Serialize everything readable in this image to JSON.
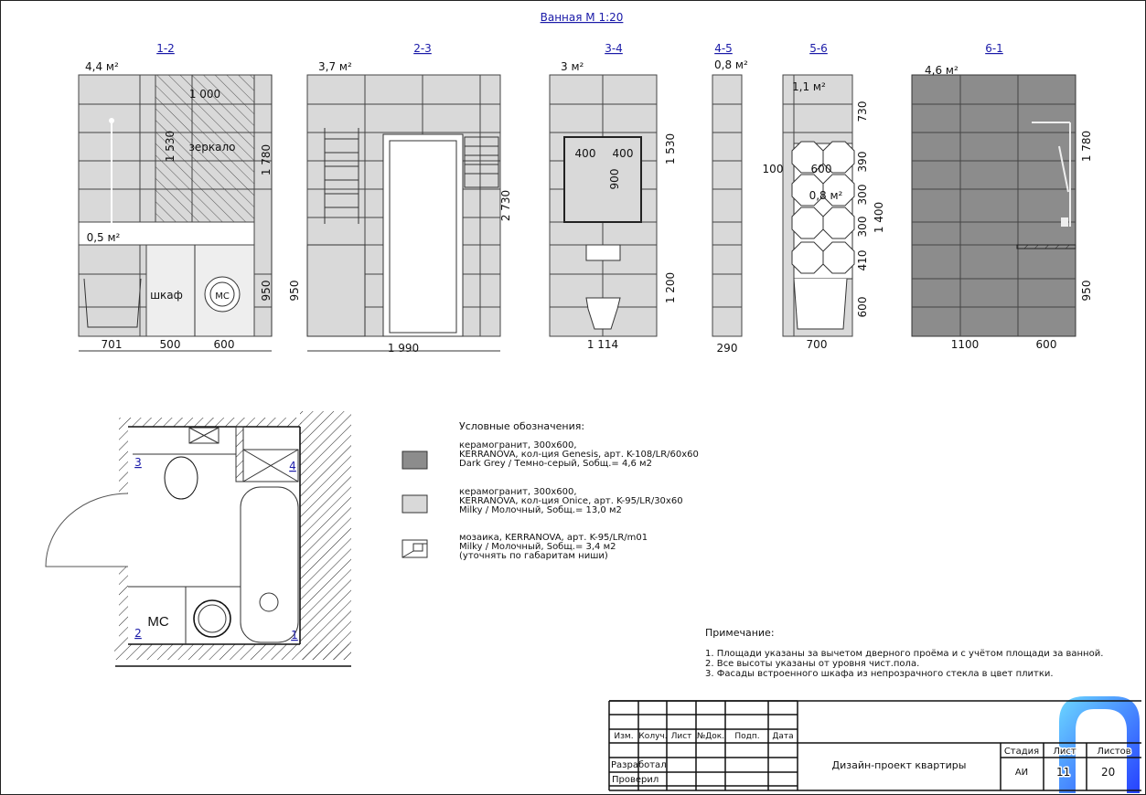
{
  "title": "Ванная М 1:20",
  "elevations": [
    {
      "label": "1-2",
      "area": "4,4 м²",
      "dims": [
        "701",
        "500",
        "600",
        "1 780",
        "950",
        "1 000",
        "1 530"
      ],
      "notes": {
        "mirror": "зеркало",
        "mosaic_area": "0,5 м²",
        "cabinet": "шкаф",
        "washer": "МС"
      }
    },
    {
      "label": "2-3",
      "area": "3,7 м²",
      "dims": [
        "1 990",
        "2 730",
        "950"
      ]
    },
    {
      "label": "3-4",
      "area": "3 м²",
      "dims": [
        "1 114",
        "1 530",
        "1 200",
        "400",
        "400",
        "900"
      ]
    },
    {
      "label": "4-5",
      "area": "0,8 м²",
      "dims": [
        "290"
      ]
    },
    {
      "label": "5-6",
      "area": "1,1 м²",
      "dims": [
        "700",
        "730",
        "390",
        "300",
        "300",
        "410",
        "600",
        "1 400",
        "100",
        "600"
      ],
      "mosaic_area": "0,8 м²"
    },
    {
      "label": "6-1",
      "area": "4,6 м²",
      "dims": [
        "1100",
        "600",
        "1 780",
        "950"
      ]
    }
  ],
  "plan": {
    "markers": [
      "1",
      "2",
      "3",
      "4"
    ],
    "washer": "МС"
  },
  "legend": {
    "heading": "Условные обозначения:",
    "items": [
      {
        "color": "#8c8c8c",
        "lines": [
          "керамогранит, 300х600,",
          "KERRANOVA, кол-ция Genesis, арт. K-108/LR/60x60",
          "Dark Grey / Темно-серый, Sобщ.= 4,6 м2"
        ]
      },
      {
        "color": "#d9d9d9",
        "lines": [
          "керамогранит, 300х600,",
          "KERRANOVA, кол-ция Onice, арт. K-95/LR/30x60",
          "Milky / Молочный, Sобщ.= 13,0 м2"
        ]
      },
      {
        "color": "#ffffff",
        "lines": [
          "мозаика, KERRANOVA, арт. K-95/LR/m01",
          "Milky / Молочный, Sобщ.= 3,4 м2",
          "(уточнять по габаритам ниши)"
        ]
      }
    ]
  },
  "notes": {
    "heading": "Примечание:",
    "items": [
      "1. Площади указаны за вычетом  дверного проёма и с учётом площади за ванной.",
      "2. Все высоты указаны от уровня чист.пола.",
      "3. Фасады встроенного шкафа из непрозрачного стекла в цвет плитки."
    ]
  },
  "title_block": {
    "columns": [
      "Изм.",
      "Колуч.",
      "Лист",
      "№Док.",
      "Подп.",
      "Дата"
    ],
    "developed": "Разработал",
    "checked": "Проверил",
    "project": "Дизайн-проект квартиры",
    "stage_label": "Стадия",
    "sheet_label": "Лист",
    "sheets_label": "Листов",
    "stage": "АИ",
    "sheet": "11",
    "sheets": "20"
  }
}
